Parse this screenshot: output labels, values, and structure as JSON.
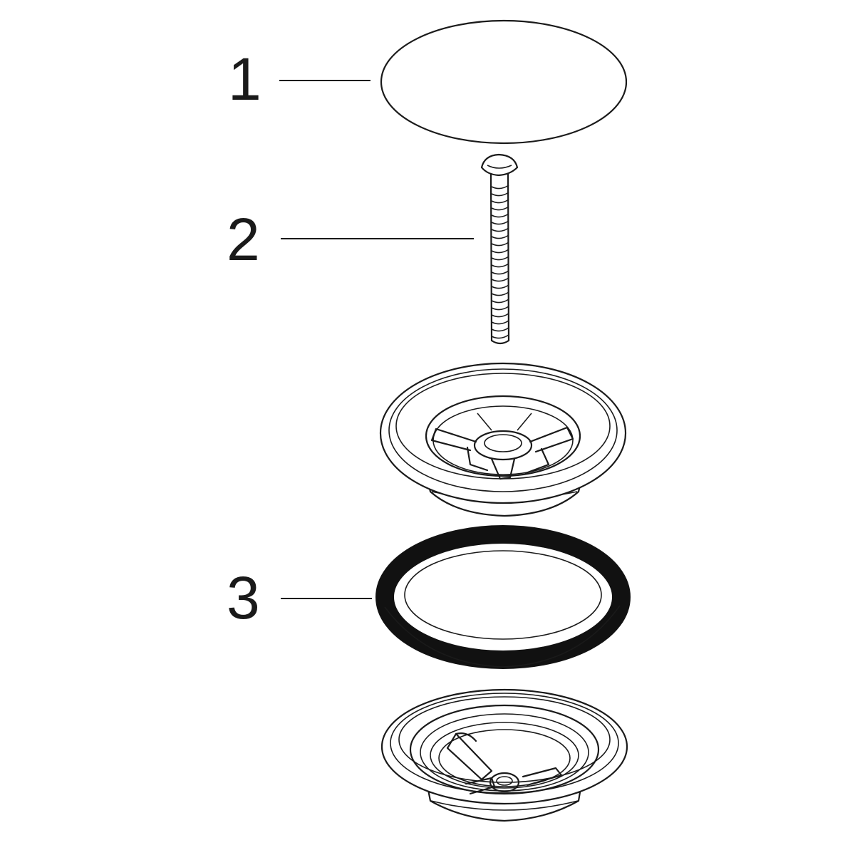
{
  "callouts": [
    {
      "number": "1",
      "part": "stopper-cap"
    },
    {
      "number": "2",
      "part": "screw"
    },
    {
      "number": "3",
      "part": "sealing-ring"
    }
  ],
  "colors": {
    "line": "#1a1a1a",
    "background": "#ffffff"
  }
}
